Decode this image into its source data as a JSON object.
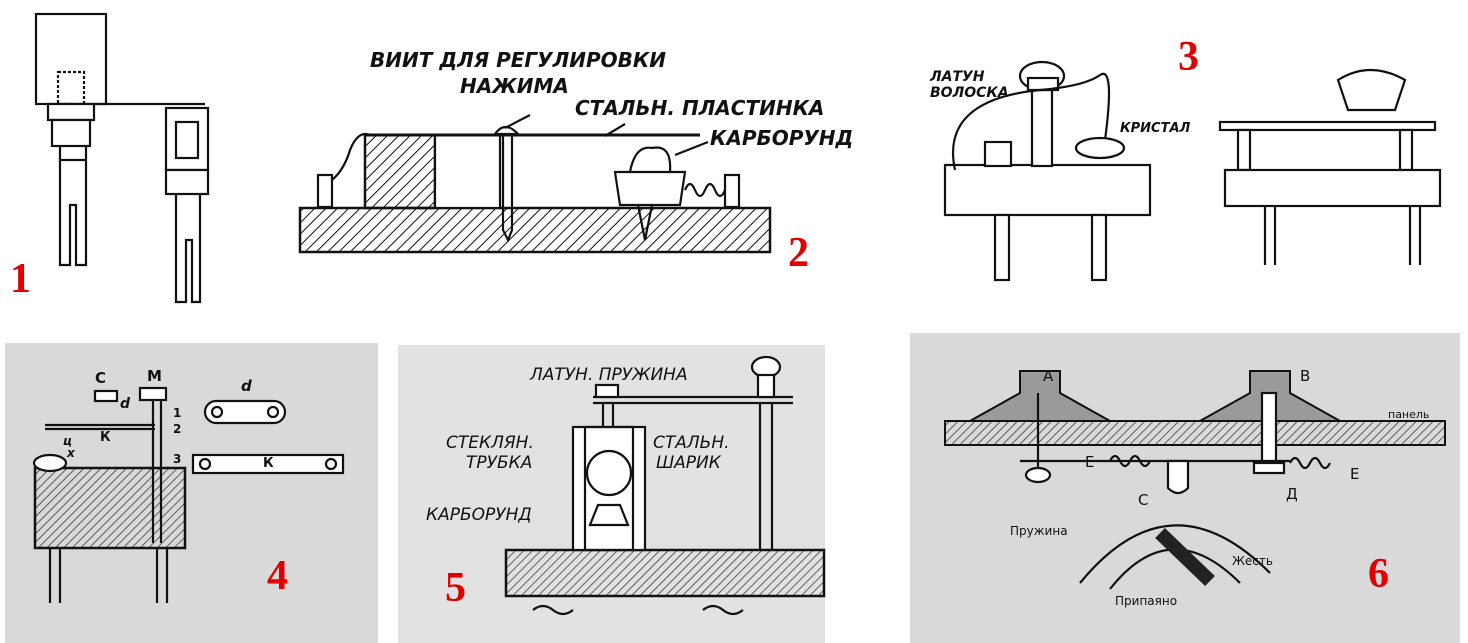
{
  "panels": [
    {
      "number": "1"
    },
    {
      "number": "2",
      "labels": [
        "ВИИТ ДЛЯ РЕГУЛИРОВКИ",
        "НАЖИМА",
        "СТАЛЬН. ПЛАСТИНКА",
        "КАРБОРУНД"
      ]
    },
    {
      "number": "3",
      "labels": [
        "ЛАТУН",
        "ВОЛОСКА",
        "КРИСТАЛ"
      ]
    },
    {
      "number": "4",
      "labels": [
        "С",
        "М",
        "d",
        "К",
        "1",
        "2",
        "3",
        "ц",
        "х",
        "d",
        "К"
      ]
    },
    {
      "number": "5",
      "labels": [
        "ЛАТУН. ПРУЖИНА",
        "СТЕКЛЯН.",
        "ТРУБКА",
        "СТАЛЬН.",
        "ШАРИК",
        "КАРБОРУНД"
      ]
    },
    {
      "number": "6",
      "labels": [
        "А",
        "В",
        "панель",
        "Е",
        "Е",
        "Д",
        "С",
        "Пружина",
        "Жесть",
        "Припаяно"
      ]
    }
  ],
  "colors": {
    "number_color": "#e00000",
    "photo_bg": "#d9d9d9",
    "ink": "#111111"
  }
}
